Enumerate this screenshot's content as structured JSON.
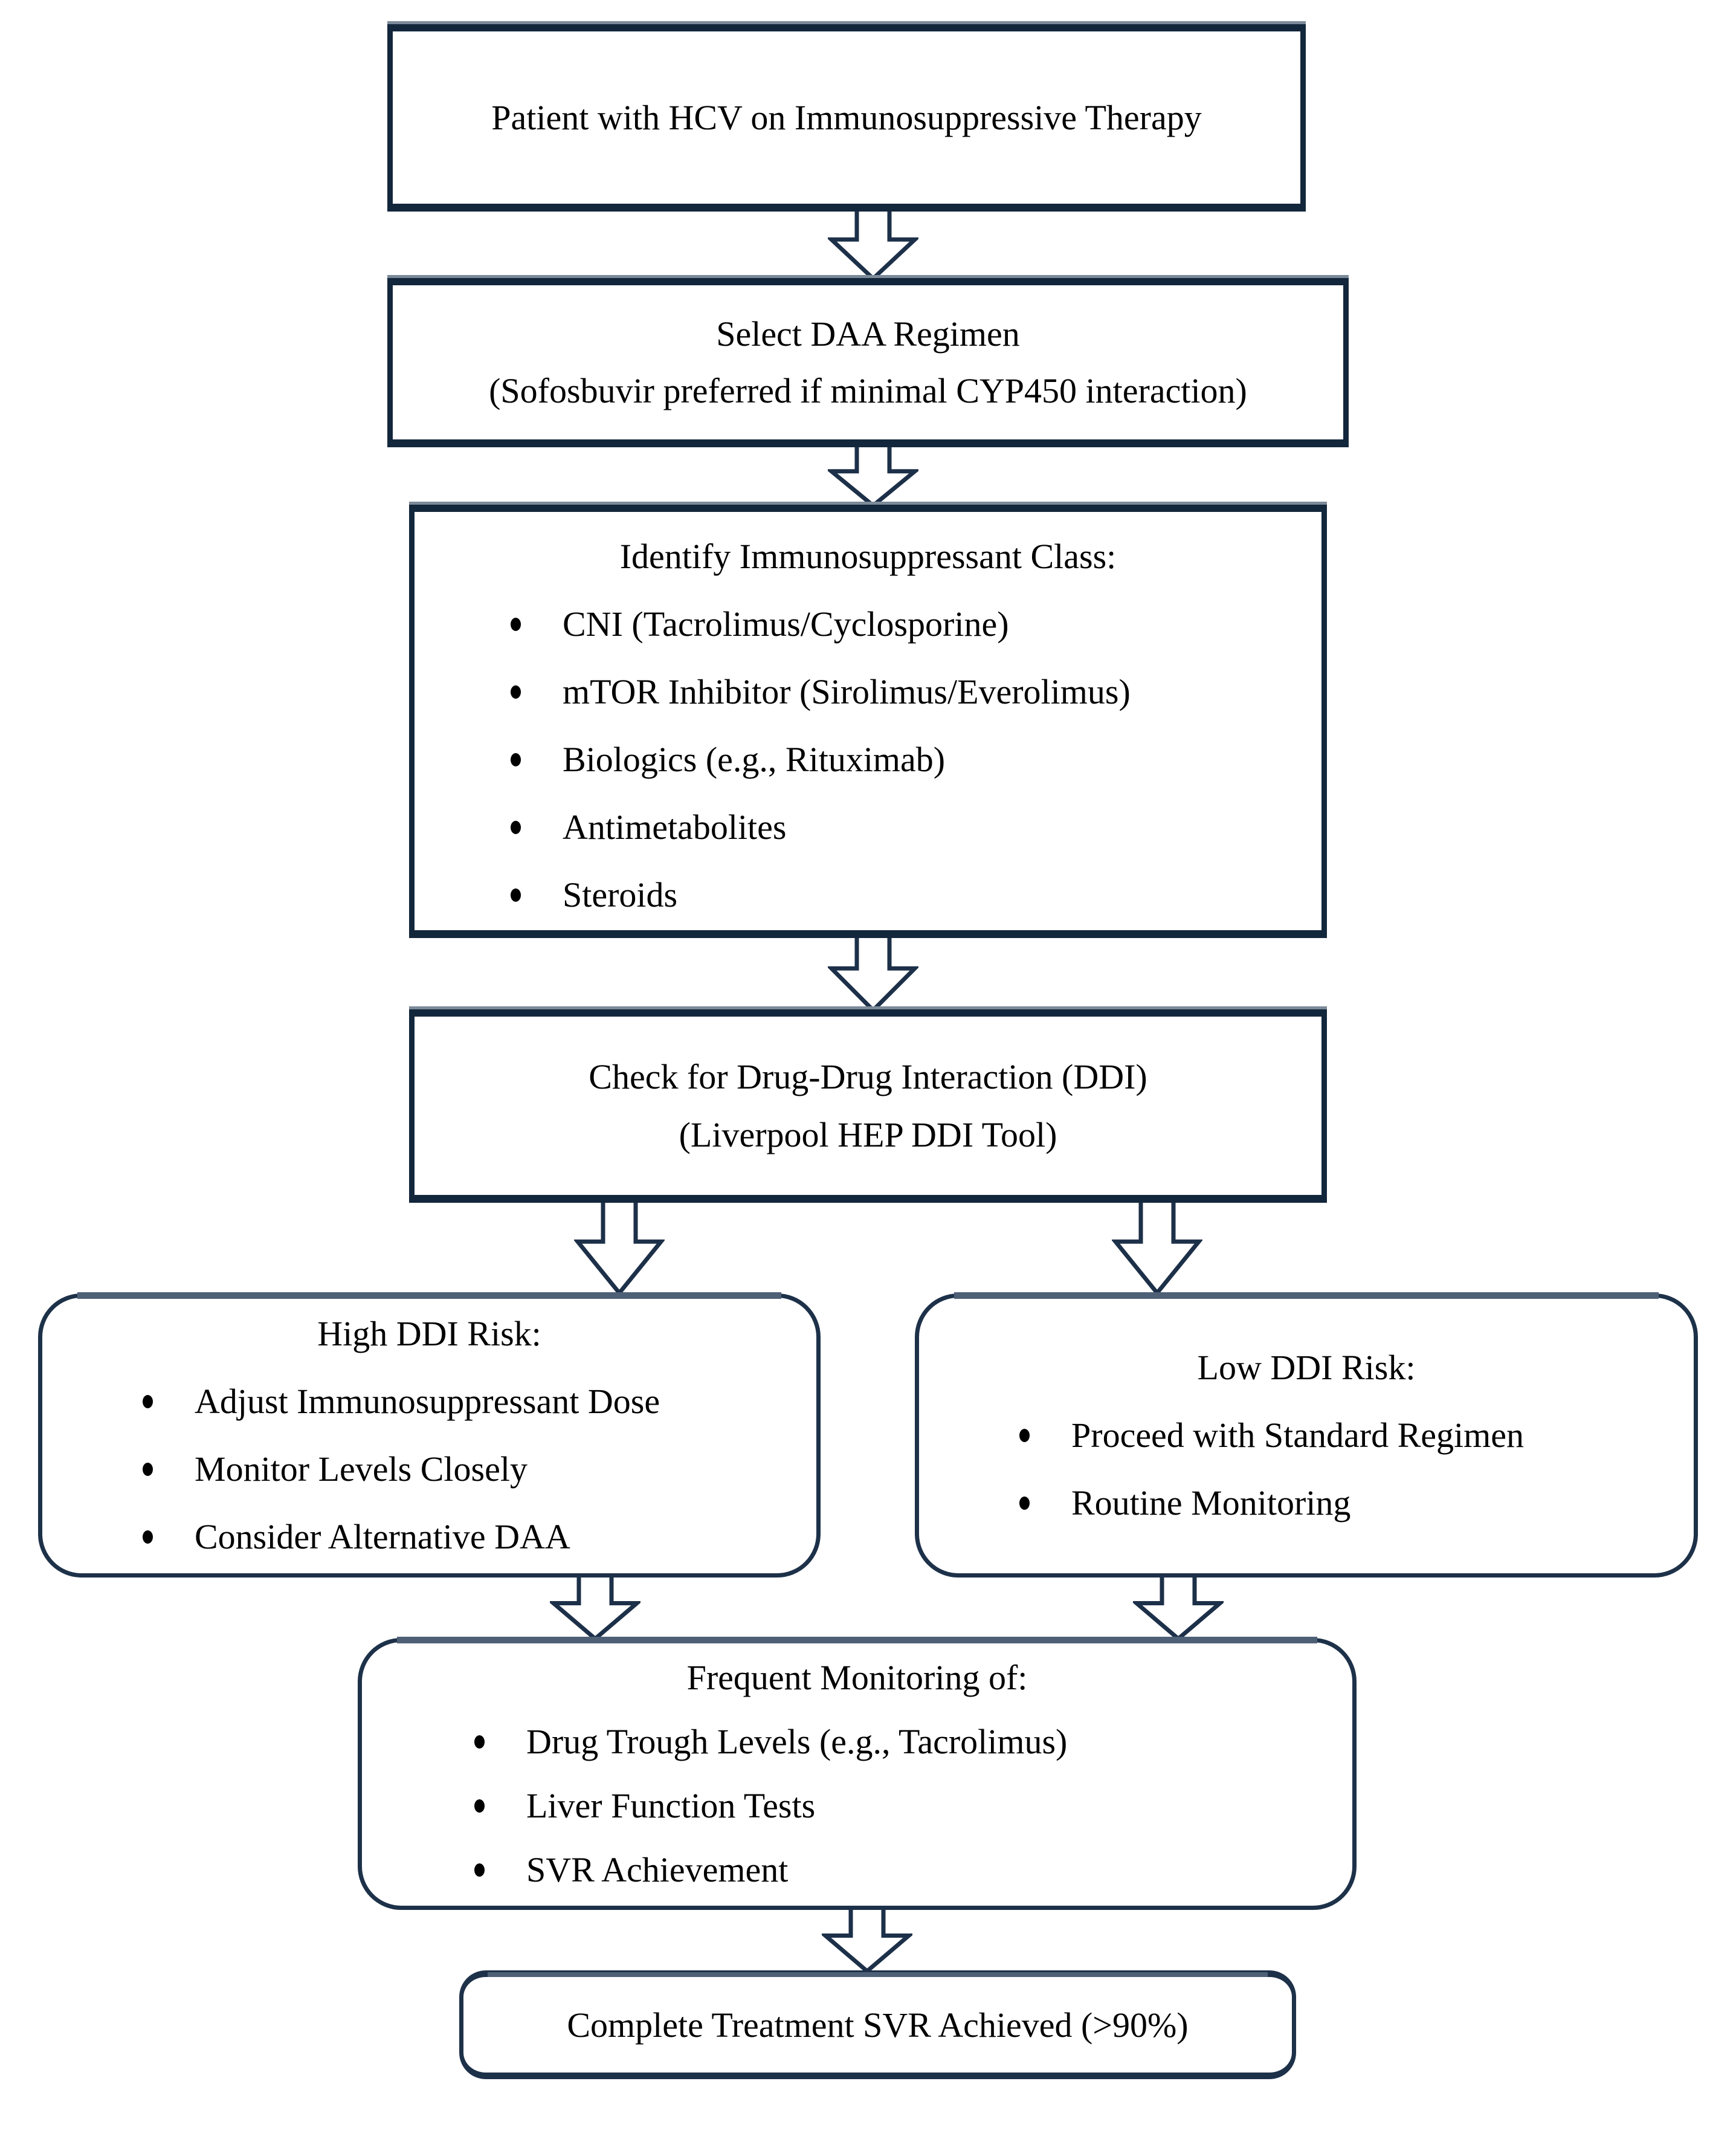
{
  "diagram": {
    "type": "flowchart",
    "direction": "top-down",
    "colors": {
      "outline": "#13273c",
      "rounded_outline": "#1d3149",
      "shadow": "#4e6076",
      "background": "#ffffff",
      "text": "#000000"
    },
    "boxes": {
      "patient": {
        "shape": "rectangle",
        "text": "Patient with HCV on Immunosuppressive Therapy"
      },
      "select_daa": {
        "shape": "rectangle",
        "line1": "Select DAA Regimen",
        "line2": "(Sofosbuvir preferred if minimal CYP450 interaction)"
      },
      "identify_class": {
        "shape": "rectangle",
        "title": "Identify Immunosuppressant Class:",
        "items": [
          "CNI (Tacrolimus/Cyclosporine)",
          "mTOR Inhibitor (Sirolimus/Everolimus)",
          "Biologics (e.g., Rituximab)",
          "Antimetabolites",
          "Steroids"
        ]
      },
      "check_ddi": {
        "shape": "rectangle",
        "line1": "Check for Drug-Drug Interaction (DDI)",
        "line2": "(Liverpool HEP DDI Tool)"
      },
      "high_risk": {
        "shape": "rounded",
        "title": "High DDI Risk:",
        "items": [
          "Adjust Immunosuppressant Dose",
          "Monitor Levels Closely",
          "Consider Alternative DAA"
        ]
      },
      "low_risk": {
        "shape": "rounded",
        "title": "Low DDI Risk:",
        "items": [
          "Proceed with Standard Regimen",
          "Routine Monitoring"
        ]
      },
      "monitoring": {
        "shape": "rounded",
        "title": "Frequent Monitoring of:",
        "items": [
          "Drug Trough Levels (e.g., Tacrolimus)",
          "Liver Function Tests",
          "SVR Achievement"
        ]
      },
      "complete": {
        "shape": "rounded",
        "text": "Complete Treatment SVR Achieved (>90%)"
      }
    },
    "edges": [
      "patient -> select_daa",
      "select_daa -> identify_class",
      "identify_class -> check_ddi",
      "check_ddi -> high_risk",
      "check_ddi -> low_risk",
      "high_risk -> monitoring",
      "low_risk -> monitoring",
      "monitoring -> complete"
    ]
  }
}
